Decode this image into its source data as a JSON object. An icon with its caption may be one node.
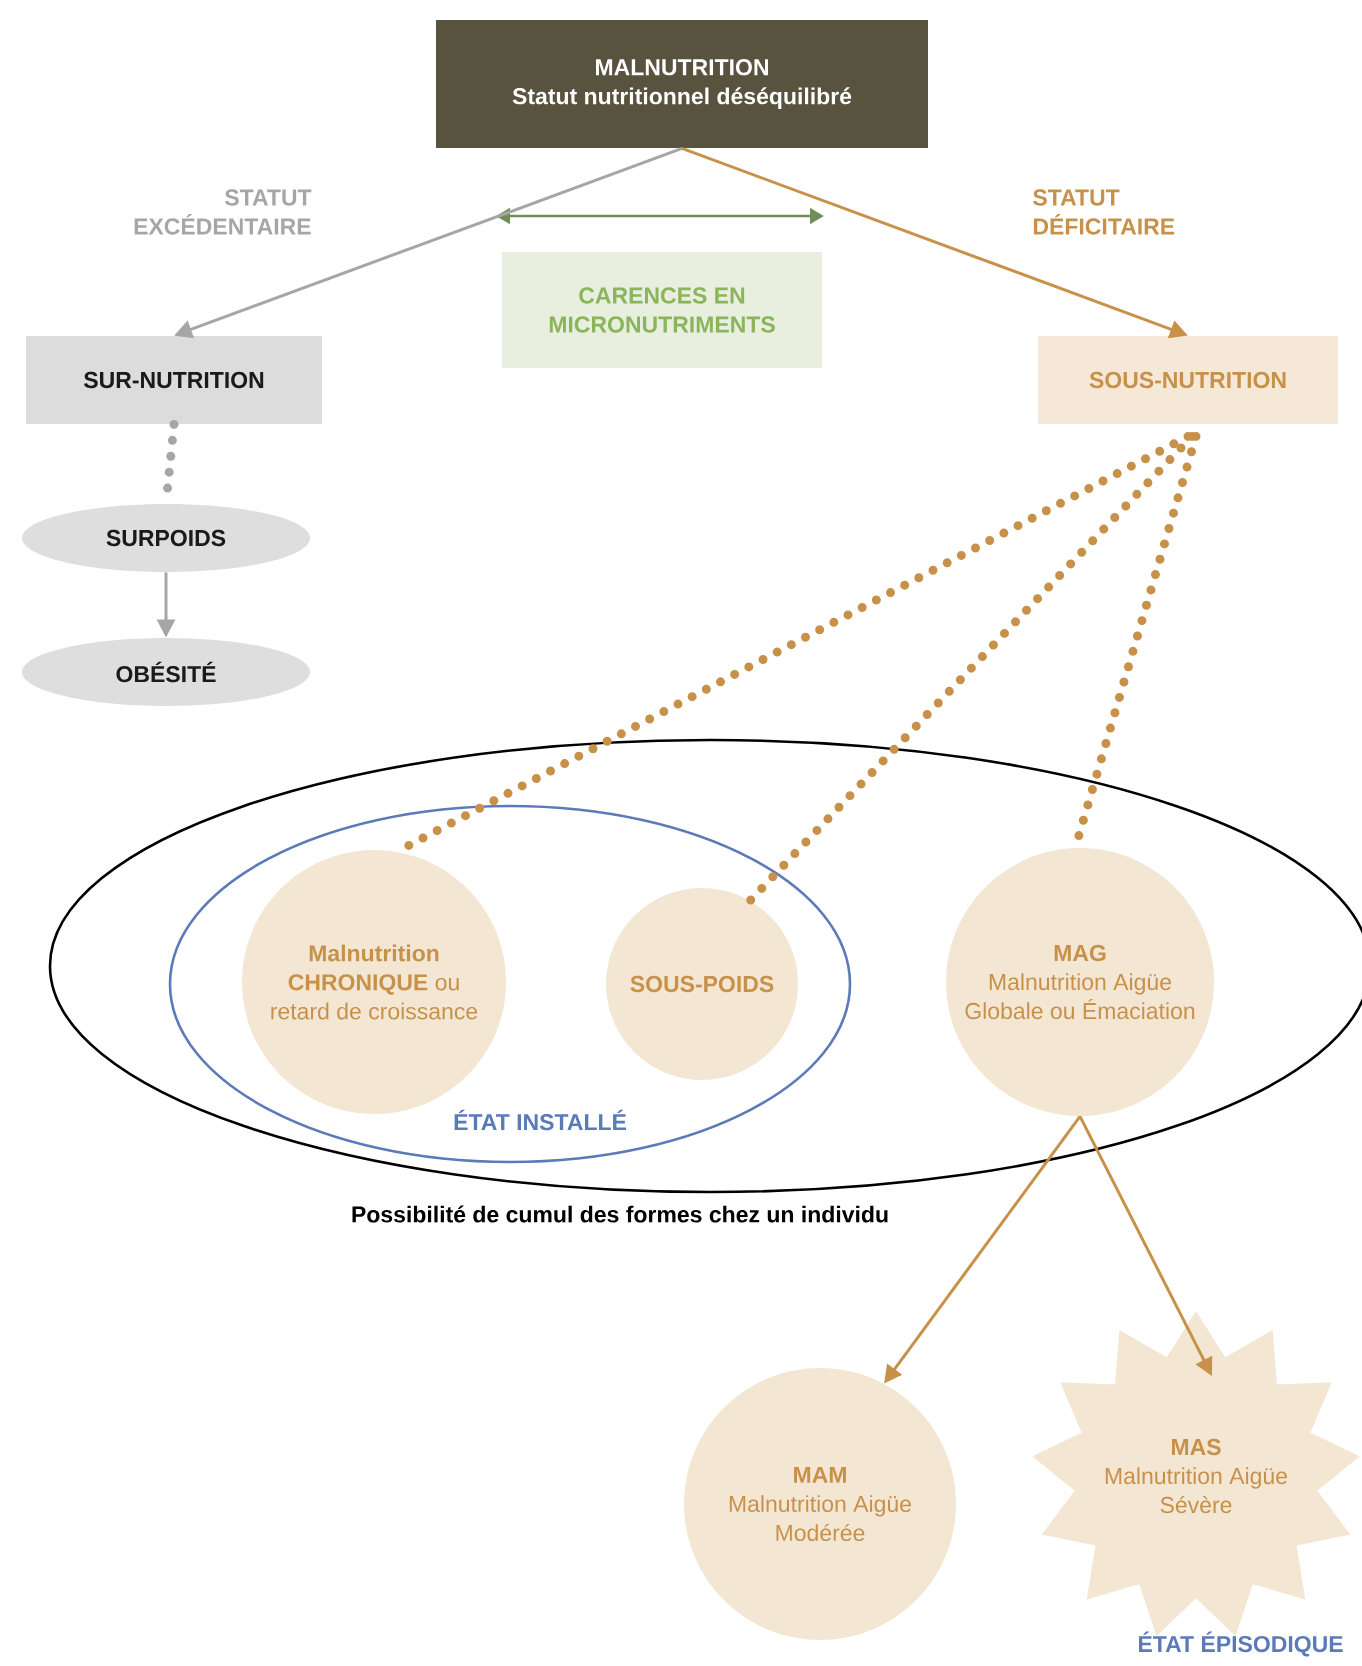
{
  "diagram": {
    "nodes": [
      {
        "text": [
          "MALNUTRITION",
          "Statut nutritionnel déséquilibré"
        ]
      },
      {
        "text": [
          "SUR-NUTRITION"
        ]
      },
      {
        "text": [
          "CARENCES EN MICRONUTRIMENTS"
        ]
      },
      {
        "text": [
          "SOUS-NUTRITION"
        ]
      },
      {
        "text": [
          "SURPOIDS"
        ]
      },
      {
        "text": [
          "OBÉSITÉ"
        ]
      },
      {
        "text": [
          "Possibilité de cumul des formes chez un individu"
        ]
      },
      {
        "text": [
          "ÉTAT INSTALLÉ"
        ],
        "in": 6
      },
      {
        "text": [
          "**Malnutrition CHRONIQUE** ou retard de croissance"
        ],
        "in": 7
      },
      {
        "text": [
          "SOUS-POIDS"
        ],
        "in": 7
      },
      {
        "text": [
          "MAG",
          "Malnutrition Aigüe Globale ou Émaciation"
        ],
        "in": 6
      },
      {
        "text": [
          "MAM",
          "Malnutrition Aigüe Modérée"
        ]
      },
      {
        "text": [
          "MAS",
          "Malnutrition Aigüe Sévère"
        ]
      }
    ],
    "edges": [
      {
        "from": 0,
        "to": 1,
        "arrow": "to",
        "label": "STATUT EXCÉDENTAIRE",
        "color": "#a6a6a6"
      },
      {
        "from": 0,
        "to": 3,
        "arrow": "to",
        "label": "STATUT DÉFICITAIRE"
      },
      {
        "from": 1,
        "to": 4,
        "arrow": "none",
        "style": "dashed",
        "color": "#a6a6a6"
      },
      {
        "from": 4,
        "to": 5,
        "arrow": "to",
        "color": "#a6a6a6"
      },
      {
        "from": 3,
        "to": 8,
        "arrow": "none",
        "style": "dashed"
      },
      {
        "from": 3,
        "to": 9,
        "arrow": "none",
        "style": "dashed"
      },
      {
        "from": 3,
        "to": 10,
        "arrow": "none",
        "style": "dashed"
      },
      {
        "from": 10,
        "to": 11,
        "arrow": "to"
      },
      {
        "from": 10,
        "to": 12,
        "arrow": "to"
      }
    ],
    "labels": [
      "ÉTAT ÉPISODIQUE"
    ]
  }
}
